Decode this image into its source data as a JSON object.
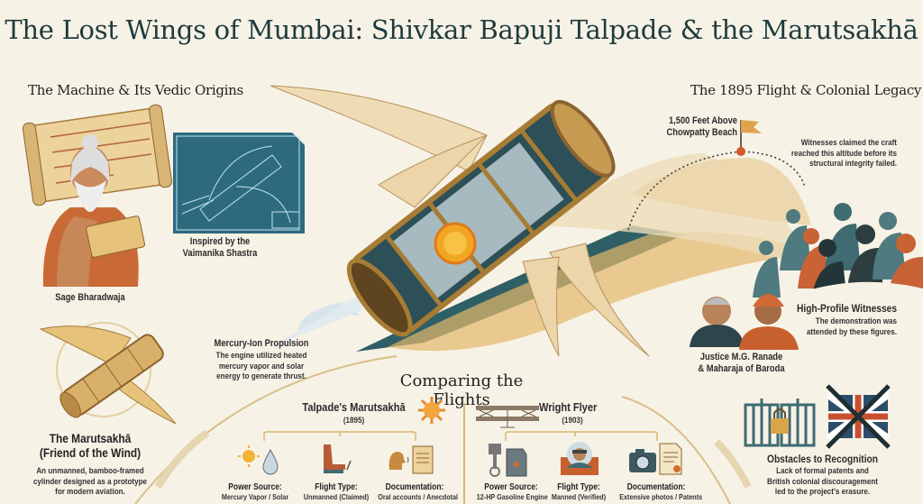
{
  "title": "The Lost Wings of Mumbai: Shivkar Bapuji Talpade & the Marutsakhā",
  "left_section": {
    "heading": "The Machine & Its Vedic Origins",
    "sage_label": "Sage Bharadwaja",
    "blueprint_label": [
      "Inspired by the",
      "Vaimanika Shastra"
    ],
    "propulsion": {
      "title": "Mercury-Ion Propulsion",
      "desc": [
        "The engine utilized heated",
        "mercury vapor and solar",
        "energy to generate thrust."
      ]
    },
    "marutsakha": {
      "title": "The Marutsakhā",
      "subtitle": "(Friend of the Wind)",
      "desc": [
        "An unmanned, bamboo-framed",
        "cylinder designed as a prototype",
        "for modern aviation."
      ]
    }
  },
  "right_section": {
    "heading": "The 1895 Flight & Colonial Legacy",
    "altitude_label": [
      "1,500 Feet Above",
      "Chowpatty Beach"
    ],
    "altitude_desc": [
      "Witnesses claimed the craft",
      "reached this altitude before its",
      "structural integrity failed."
    ],
    "witnesses": {
      "title": "High-Profile Witnesses",
      "desc": [
        "The demonstration was",
        "attended by these figures."
      ]
    },
    "figures_label": [
      "Justice M.G. Ranade",
      "& Maharaja of Baroda"
    ],
    "obstacles": {
      "title": "Obstacles to Recognition",
      "desc": [
        "Lack of formal patents and",
        "British colonial discouragement",
        "led to the project's erasure."
      ]
    }
  },
  "comparison": {
    "heading": "Comparing the Flights",
    "talpade": {
      "name": "Talpade's Marutsakhā",
      "year": "(1895)",
      "items": [
        {
          "title": "Power Source:",
          "value": "Mercury Vapor / Solar",
          "icon": "sun-drop-icon"
        },
        {
          "title": "Flight Type:",
          "value": "Unmanned (Claimed)",
          "icon": "seat-icon"
        },
        {
          "title": "Documentation:",
          "value": "Oral accounts / Anecdotal",
          "icon": "speaking-scroll-icon"
        }
      ]
    },
    "wright": {
      "name": "Wright Flyer",
      "year": "(1903)",
      "items": [
        {
          "title": "Power Source:",
          "value": "12-HP Gasoline Engine",
          "icon": "piston-fuel-icon"
        },
        {
          "title": "Flight Type:",
          "value": "Manned (Verified)",
          "icon": "pilot-icon"
        },
        {
          "title": "Documentation:",
          "value": "Extensive photos / Patents",
          "icon": "camera-certificate-icon"
        }
      ]
    }
  },
  "colors": {
    "background": "#f7f2e6",
    "title": "#1f3b3d",
    "gold": "#d9a54a",
    "teal": "#2f5f66",
    "rust": "#c0582e",
    "parchment": "#e9cf95"
  }
}
